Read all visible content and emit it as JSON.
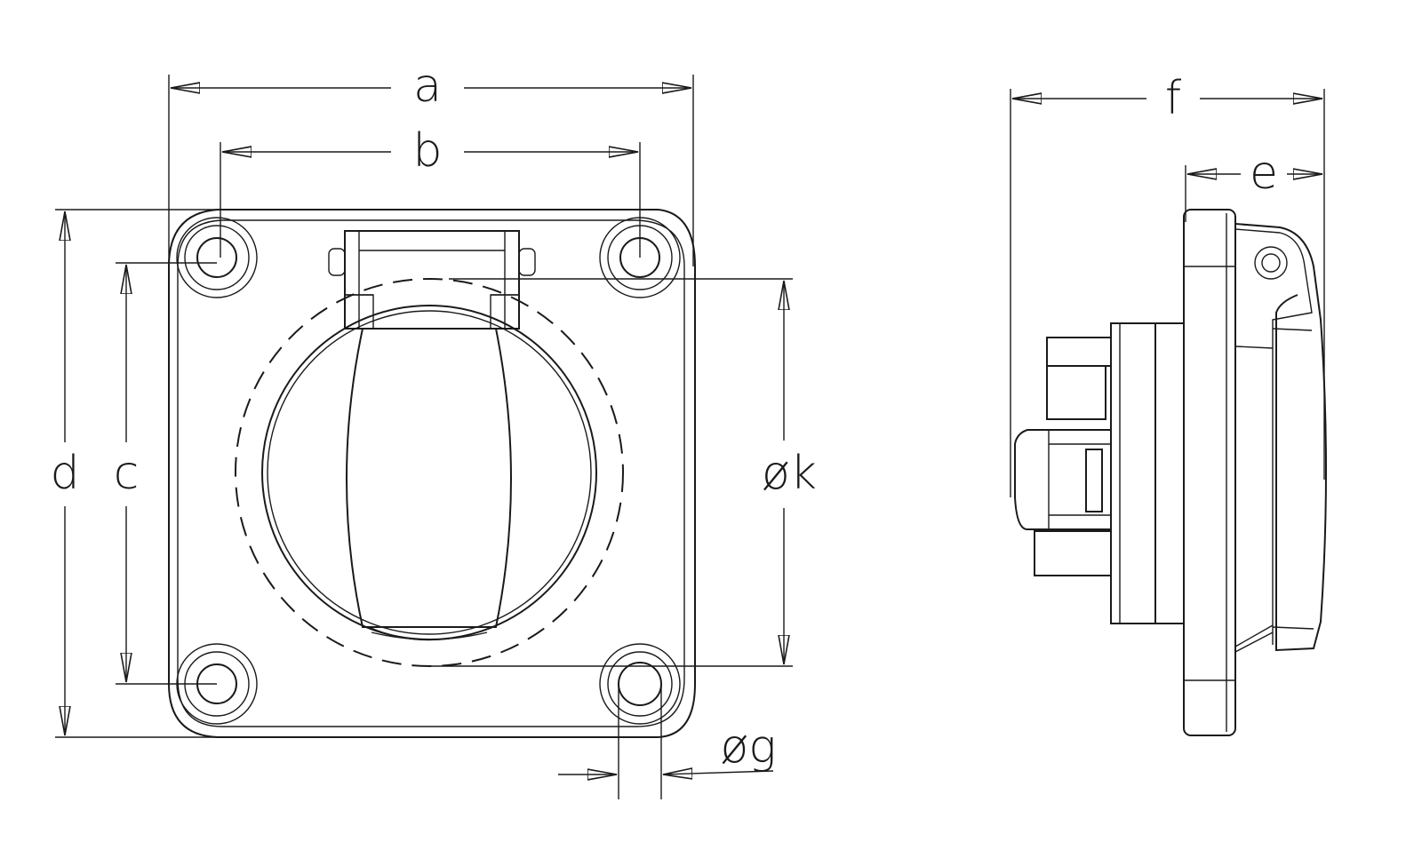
{
  "labels": {
    "a": "a",
    "b": "b",
    "c": "c",
    "d": "d",
    "e": "e",
    "f": "f",
    "g": "øg",
    "k": "øk"
  },
  "colors": {
    "line": "#1a1a1a",
    "background": "#ffffff"
  }
}
